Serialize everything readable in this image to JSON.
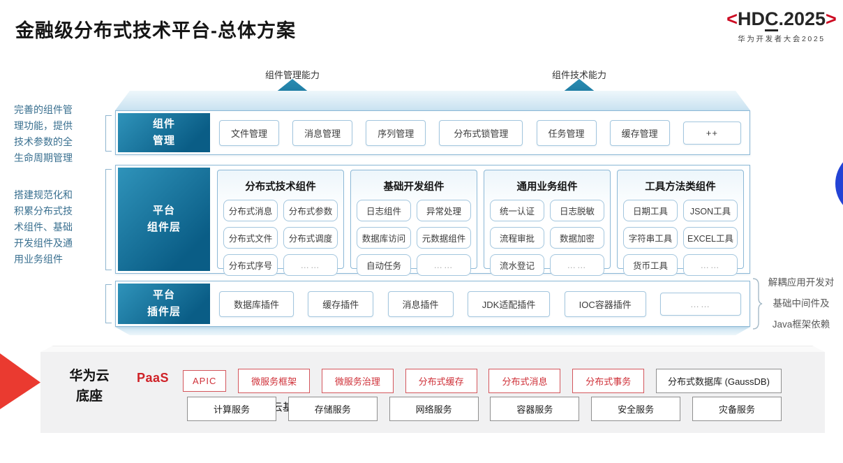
{
  "header": {
    "title": "金融级分布式技术平台-总体方案",
    "logo": {
      "bracket_left": "<",
      "hd": "HD",
      "c": "C",
      "rest": ".2025",
      "bracket_right": ">",
      "subtitle": "华为开发者大会2025"
    }
  },
  "arrows": {
    "left": "组件管理能力",
    "right": "组件技术能力"
  },
  "annotations": {
    "left_top": "完善的组件管理功能，提供技术参数的全生命周期管理",
    "left_bottom": "搭建规范化和积累分布式技术组件、基础开发组件及通用业务组件",
    "right": "解耦应用开发对\n基础中间件及\nJava框架依赖"
  },
  "component_mgmt": {
    "label": "组件\n管理",
    "items": [
      "文件管理",
      "消息管理",
      "序列管理",
      "分布式锁管理",
      "任务管理",
      "缓存管理",
      "++"
    ]
  },
  "platform_components": {
    "label": "平台\n组件层",
    "groups": [
      {
        "title": "分布式技术组件",
        "items": [
          "分布式消息",
          "分布式参数",
          "分布式文件",
          "分布式调度",
          "分布式序号",
          "……"
        ]
      },
      {
        "title": "基础开发组件",
        "items": [
          "日志组件",
          "异常处理",
          "数据库访问",
          "元数据组件",
          "自动任务",
          "……"
        ]
      },
      {
        "title": "通用业务组件",
        "items": [
          "统一认证",
          "日志脱敏",
          "流程审批",
          "数据加密",
          "流水登记",
          "……"
        ]
      },
      {
        "title": "工具方法类组件",
        "items": [
          "日期工具",
          "JSON工具",
          "字符串工具",
          "EXCEL工具",
          "货币工具",
          "……"
        ]
      }
    ]
  },
  "platform_plugins": {
    "label": "平台\n插件层",
    "items": [
      "数据库插件",
      "缓存插件",
      "消息插件",
      "JDK适配插件",
      "IOC容器插件",
      "……"
    ]
  },
  "cloud_base": {
    "label": "华为云\n底座",
    "paas_label": "PaaS",
    "paas_items": [
      "APIC",
      "微服务框架",
      "微服务治理",
      "分布式缓存",
      "分布式消息",
      "分布式事务"
    ],
    "paas_neutral": "分布式数据库 (GaussDB)",
    "iaas_label": "云基础服务",
    "iaas_items": [
      "计算服务",
      "存储服务",
      "网络服务",
      "容器服务",
      "安全服务",
      "灾备服务"
    ]
  },
  "colors": {
    "teal_dark": "#0a5d86",
    "teal_light": "#2f93ba",
    "brand_red": "#cf2127",
    "blue_circle": "#2343d5"
  }
}
